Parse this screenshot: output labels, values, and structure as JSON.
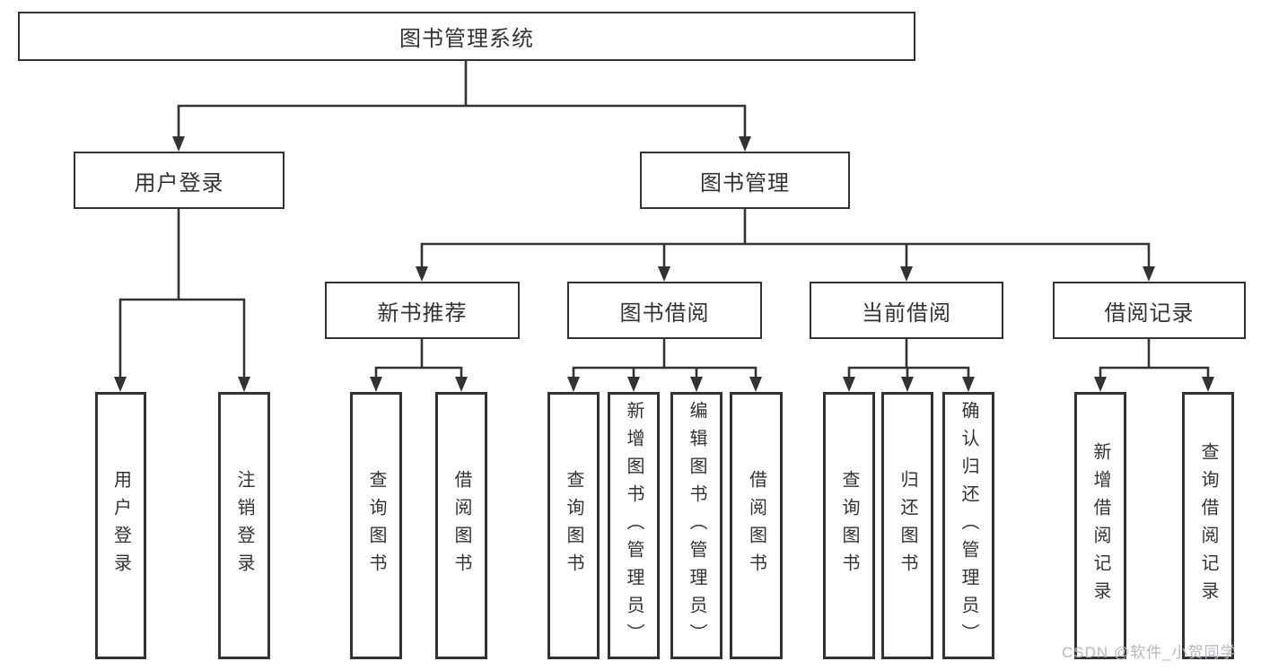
{
  "diagram": {
    "root_label": "图书管理系统",
    "level2": [
      {
        "label": "用户登录"
      },
      {
        "label": "图书管理"
      }
    ],
    "level3": [
      {
        "label": "新书推荐"
      },
      {
        "label": "图书借阅"
      },
      {
        "label": "当前借阅"
      },
      {
        "label": "借阅记录"
      }
    ],
    "leaves": {
      "user_login": [
        "用户登录",
        "注销登录"
      ],
      "new_book": [
        "查询图书",
        "借阅图书"
      ],
      "book_borrow": [
        "查询图书",
        "新增图书（管理员）",
        "编辑图书（管理员）",
        "借阅图书"
      ],
      "current_borrow": [
        "查询图书",
        "归还图书",
        "确认归还（管理员）"
      ],
      "borrow_record": [
        "新增借阅记录",
        "查询借阅记录"
      ]
    },
    "watermark": "CSDN @软件_小贺同学"
  },
  "colors": {
    "line": "#333333",
    "text": "#333333",
    "background": "#ffffff",
    "watermark": "#b2b8bc"
  }
}
